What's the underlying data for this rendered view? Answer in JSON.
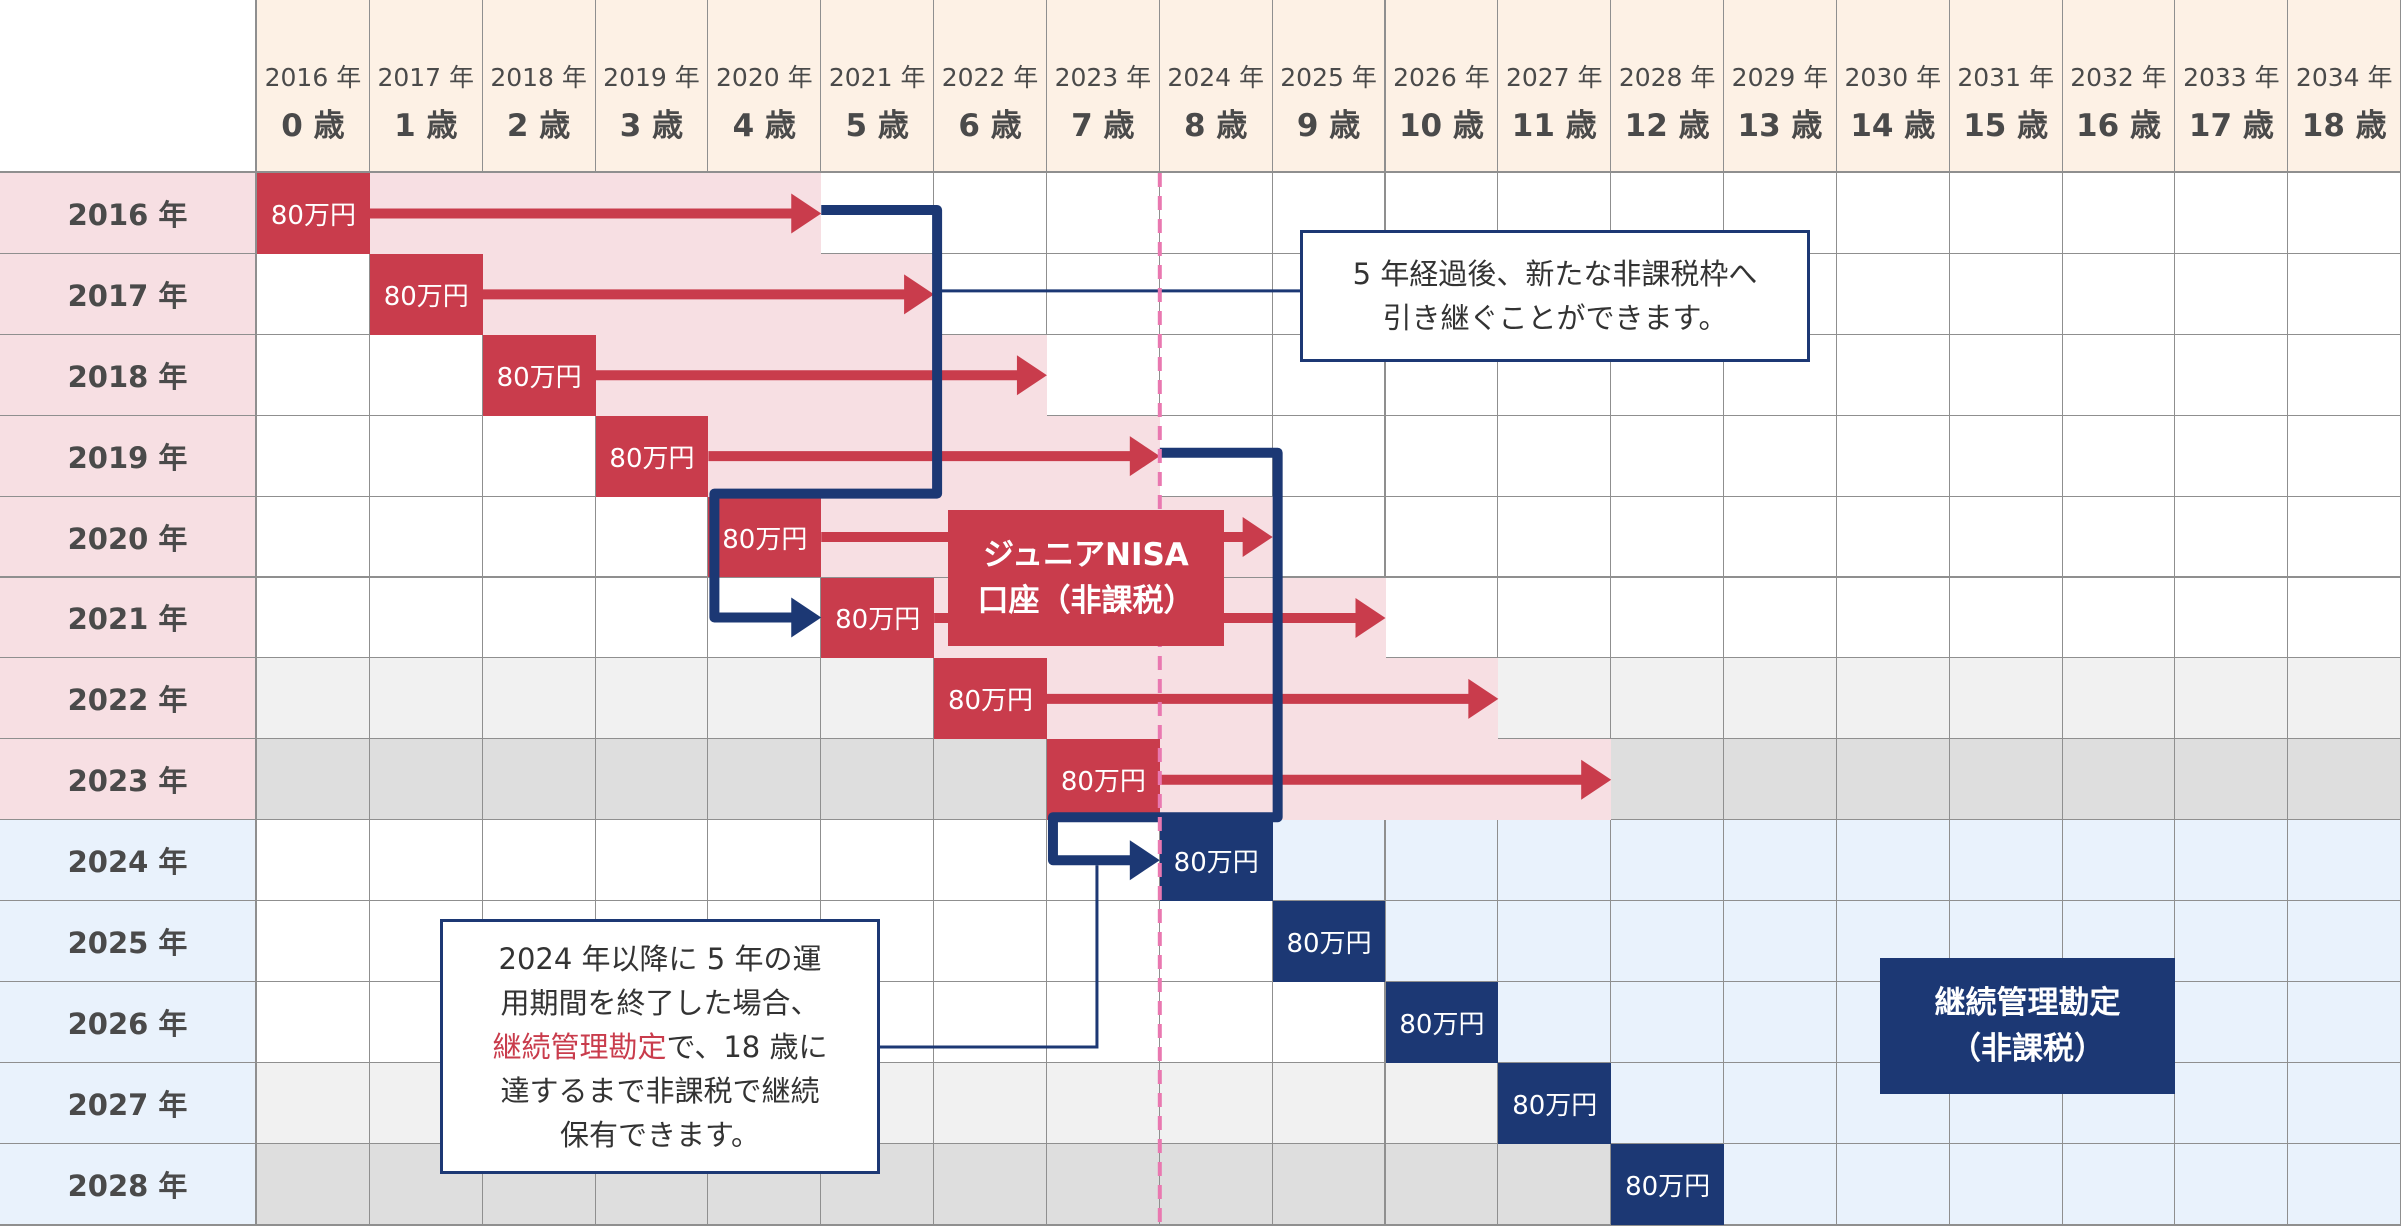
{
  "columns": [
    {
      "year": "2016 年",
      "age": "0 歳"
    },
    {
      "year": "2017 年",
      "age": "1 歳"
    },
    {
      "year": "2018 年",
      "age": "2 歳"
    },
    {
      "year": "2019 年",
      "age": "3 歳"
    },
    {
      "year": "2020 年",
      "age": "4 歳"
    },
    {
      "year": "2021 年",
      "age": "5 歳"
    },
    {
      "year": "2022 年",
      "age": "6 歳"
    },
    {
      "year": "2023 年",
      "age": "7 歳"
    },
    {
      "year": "2024 年",
      "age": "8 歳"
    },
    {
      "year": "2025 年",
      "age": "9 歳"
    },
    {
      "year": "2026 年",
      "age": "10 歳"
    },
    {
      "year": "2027 年",
      "age": "11 歳"
    },
    {
      "year": "2028 年",
      "age": "12 歳"
    },
    {
      "year": "2029 年",
      "age": "13 歳"
    },
    {
      "year": "2030 年",
      "age": "14 歳"
    },
    {
      "year": "2031 年",
      "age": "15 歳"
    },
    {
      "year": "2032 年",
      "age": "16 歳"
    },
    {
      "year": "2033 年",
      "age": "17 歳"
    },
    {
      "year": "2034 年",
      "age": "18 歳"
    }
  ],
  "rows": [
    {
      "label": "2016 年",
      "amount": "80万円",
      "start": 0,
      "span_years": 5,
      "account": "junior_nisa"
    },
    {
      "label": "2017 年",
      "amount": "80万円",
      "start": 1,
      "span_years": 5,
      "account": "junior_nisa"
    },
    {
      "label": "2018 年",
      "amount": "80万円",
      "start": 2,
      "span_years": 5,
      "account": "junior_nisa"
    },
    {
      "label": "2019 年",
      "amount": "80万円",
      "start": 3,
      "span_years": 5,
      "account": "junior_nisa"
    },
    {
      "label": "2020 年",
      "amount": "80万円",
      "start": 4,
      "span_years": 5,
      "account": "junior_nisa"
    },
    {
      "label": "2021 年",
      "amount": "80万円",
      "start": 5,
      "span_years": 5,
      "account": "junior_nisa"
    },
    {
      "label": "2022 年",
      "amount": "80万円",
      "start": 6,
      "span_years": 5,
      "account": "junior_nisa"
    },
    {
      "label": "2023 年",
      "amount": "80万円",
      "start": 7,
      "span_years": 5,
      "account": "junior_nisa"
    },
    {
      "label": "2024 年",
      "amount": "80万円",
      "start": 8,
      "account": "continuous"
    },
    {
      "label": "2025 年",
      "amount": "80万円",
      "start": 9,
      "account": "continuous"
    },
    {
      "label": "2026 年",
      "amount": "80万円",
      "start": 10,
      "account": "continuous"
    },
    {
      "label": "2027 年",
      "amount": "80万円",
      "start": 11,
      "account": "continuous"
    },
    {
      "label": "2028 年",
      "amount": "80万円",
      "start": 12,
      "account": "continuous"
    }
  ],
  "callout_top": {
    "line1": "5 年経過後、新たな非課税枠へ",
    "line2": "引き継ぐことができます。"
  },
  "junior_nisa_label": {
    "line1": "ジュニアNISA",
    "line2": "口座（非課税）"
  },
  "callout_bottom": {
    "line1": "2024 年以降に 5 年の運",
    "line2": "用期間を終了した場合、",
    "line3_highlight": "継続管理勘定",
    "line3_rest": "で、18 歳に",
    "line4": "達するまで非課税で継続",
    "line5": "保有できます。"
  },
  "continuous_label": {
    "line1": "継続管理勘定",
    "line2": "（非課税）"
  },
  "colors": {
    "red": "#c93c4c",
    "navy": "#1c3874",
    "pink_row": "#f7dfe3",
    "blue_row": "#e9f2fc",
    "header_bg": "#fdf1e5",
    "pink_dash": "#e978b0",
    "gray_light": "#f1f1f1",
    "gray_dark": "#dedede"
  }
}
